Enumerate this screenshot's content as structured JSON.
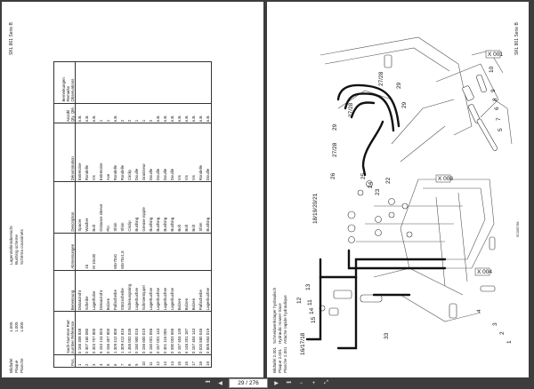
{
  "left_page": {
    "header": {
      "title_lines": [
        "Lagerstellenübersicht",
        "Bushing scheme",
        "Schéma coussinets"
      ],
      "codes": [
        "1.005",
        "1.005",
        "1.005"
      ],
      "doc_labels": [
        "Bildtafel",
        "Plaque",
        "Planche"
      ],
      "series": "SKL 861 Serie B"
    },
    "columns": {
      "pos": "Pos.",
      "part_no": "Sach-Nummer Part number Référence",
      "designation": "Benennung",
      "dimensions": "Abmessungen",
      "description_en": "Description",
      "description_fr": "Dénomination",
      "qty": "Anzahl Qty. Qté.",
      "remarks": "Bemerkungen Remarks Observations"
    },
    "rows": [
      {
        "pos": "1",
        "part_no": "0 156 308 838",
        "designation": "Distanzrohr",
        "dim": "",
        "en": "Spacer",
        "fr": "Entretoise",
        "qty": "n.B."
      },
      {
        "pos": "2",
        "part_no": "0 307 160 080",
        "designation": "Scheibe",
        "dim": "15",
        "en": "Washer",
        "fr": "Rondelle",
        "qty": "n.B."
      },
      {
        "pos": "3",
        "part_no": "0 303 707 800",
        "designation": "Lagerhülse",
        "dim": "M 10x30",
        "en": "Bolt",
        "fr": "Vis",
        "qty": "n.B."
      },
      {
        "pos": "4",
        "part_no": "6 153 124 003",
        "designation": "Distanzrohr",
        "dim": "",
        "en": "Distance sleeve",
        "fr": "Entretoise",
        "qty": "1"
      },
      {
        "pos": "5",
        "part_no": "0 156 307 800",
        "designation": "Bolzen",
        "dim": "",
        "en": "Pin",
        "fr": "Axe",
        "qty": "1"
      },
      {
        "pos": "6",
        "part_no": "1 309 412 800",
        "designation": "Paßscheibe",
        "dim": "60x70x0",
        "en": "Shim",
        "fr": "Rondelle",
        "qty": "n.B."
      },
      {
        "pos": "7",
        "part_no": "1 309 412 816",
        "designation": "Stützscheibe",
        "dim": "60x70x1,5",
        "en": "Shim",
        "fr": "Rondelle",
        "qty": "2"
      },
      {
        "pos": "8",
        "part_no": "1 455 002 035",
        "designation": "Sicherungsring",
        "dim": "",
        "en": "Circlip",
        "fr": "Circlip",
        "qty": "2"
      },
      {
        "pos": "9",
        "part_no": "0 150 900 015",
        "designation": "Lagerbuchse",
        "dim": "",
        "en": "Bushing",
        "fr": "Douille",
        "qty": "1"
      },
      {
        "pos": "10",
        "part_no": "0 156 600 019",
        "designation": "Schmiernippel",
        "dim": "",
        "en": "Grease nipple",
        "fr": "Graisseur",
        "qty": "1"
      },
      {
        "pos": "11",
        "part_no": "0 150 001 055",
        "designation": "Lagerbuchse",
        "dim": "",
        "en": "Bushing",
        "fr": "Douille",
        "qty": "2"
      },
      {
        "pos": "12",
        "part_no": "0 157 001 143",
        "designation": "Lagerbuchse",
        "dim": "",
        "en": "Bushing",
        "fr": "Douille",
        "qty": "n.B."
      },
      {
        "pos": "13",
        "part_no": "0 301 116 005",
        "designation": "Lagerbuchse",
        "dim": "",
        "en": "Bushing",
        "fr": "Douille",
        "qty": "n.B."
      },
      {
        "pos": "14",
        "part_no": "0 390 003 555",
        "designation": "Lagerbuchse",
        "dim": "",
        "en": "Bushing",
        "fr": "Douille",
        "qty": "n.B."
      },
      {
        "pos": "15",
        "part_no": "0 157 404 139",
        "designation": "Bolzen",
        "dim": "",
        "en": "Bolt",
        "fr": "Vis",
        "qty": "n.B."
      },
      {
        "pos": "16",
        "part_no": "6 145 201 187",
        "designation": "Bolzen",
        "dim": "",
        "en": "Bolt",
        "fr": "Vis",
        "qty": "n.B."
      },
      {
        "pos": "17",
        "part_no": "0 157 404 143",
        "designation": "Bolzen",
        "dim": "",
        "en": "Bolt",
        "fr": "Vis",
        "qty": "n.B."
      },
      {
        "pos": "18",
        "part_no": "0 020 550 045",
        "designation": "Paßscheibe",
        "dim": "",
        "en": "Shim",
        "fr": "Rondelle",
        "qty": "n.B."
      },
      {
        "pos": "19",
        "part_no": "0 505 654 019",
        "designation": "Lagerbuchse",
        "dim": "",
        "en": "Bushing",
        "fr": "Douille",
        "qty": "n.B."
      }
    ]
  },
  "right_page": {
    "series": "SKL 861 Serie B",
    "footer_lines": [
      "Schneidwerkslager hydraulisch",
      "Hydraulic mower trace",
      "Attache rapide hydraulique"
    ],
    "footer_codes": [
      "Bildtafel 2.001",
      "Plaque 2.001",
      "Planche 2.001"
    ],
    "side_code": "9C005798",
    "callouts": {
      "top_right": [
        "10",
        "9",
        "8",
        "6",
        "7",
        "5"
      ],
      "upper": [
        "27/28",
        "29",
        "27/28"
      ],
      "middle": [
        "29",
        "27/28",
        "25",
        "24",
        "23",
        "22",
        "26",
        "29"
      ],
      "left_column": [
        "18/19/20/21",
        "12",
        "13",
        "11",
        "14",
        "15",
        "16/17/18"
      ],
      "bottom": [
        "4",
        "3",
        "2",
        "1"
      ],
      "lower": [
        "33"
      ],
      "boxed": [
        "X 001",
        "X 004",
        "X 008"
      ]
    }
  },
  "toolbar": {
    "first_icon": "first-page-icon",
    "prev_icon": "prev-page-icon",
    "page_display": "29 / 276",
    "next_icon": "next-page-icon",
    "last_icon": "last-page-icon",
    "zoom_out_icon": "zoom-out-icon",
    "zoom_in_icon": "zoom-in-icon",
    "fullscreen_icon": "fullscreen-icon"
  }
}
